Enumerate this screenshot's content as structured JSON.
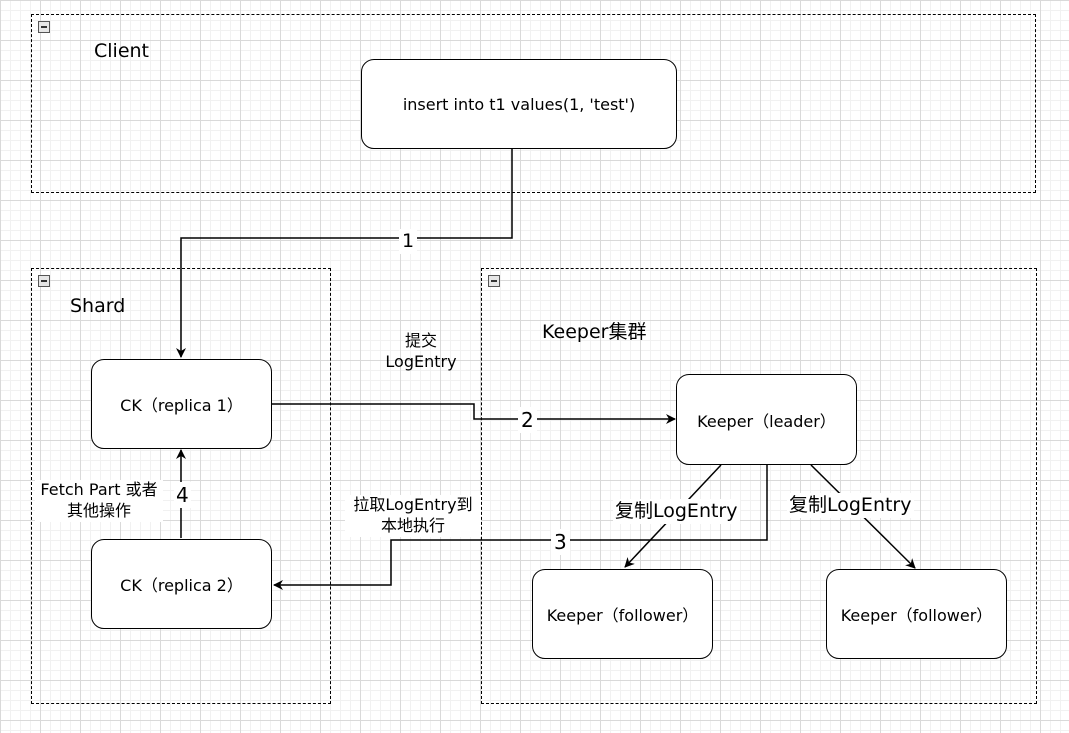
{
  "groups": {
    "client": {
      "title": "Client"
    },
    "shard": {
      "title": "Shard"
    },
    "keeper": {
      "title": "Keeper集群"
    }
  },
  "nodes": {
    "sql": "insert into t1 values(1, 'test')",
    "ck1": "CK（replica 1）",
    "ck2": "CK（replica 2）",
    "leader": "Keeper（leader）",
    "follower1": "Keeper（follower）",
    "follower2": "Keeper（follower）"
  },
  "edges": {
    "step1": "1",
    "step2": "2",
    "step3": "3",
    "step4": "4",
    "submit_line1": "提交",
    "submit_line2": "LogEntry",
    "pull_line1": "拉取LogEntry到",
    "pull_line2": "本地执行",
    "fetch_line1": "Fetch Part 或者",
    "fetch_line2": "其他操作",
    "replicate_left": "复制LogEntry",
    "replicate_right": "复制LogEntry"
  }
}
